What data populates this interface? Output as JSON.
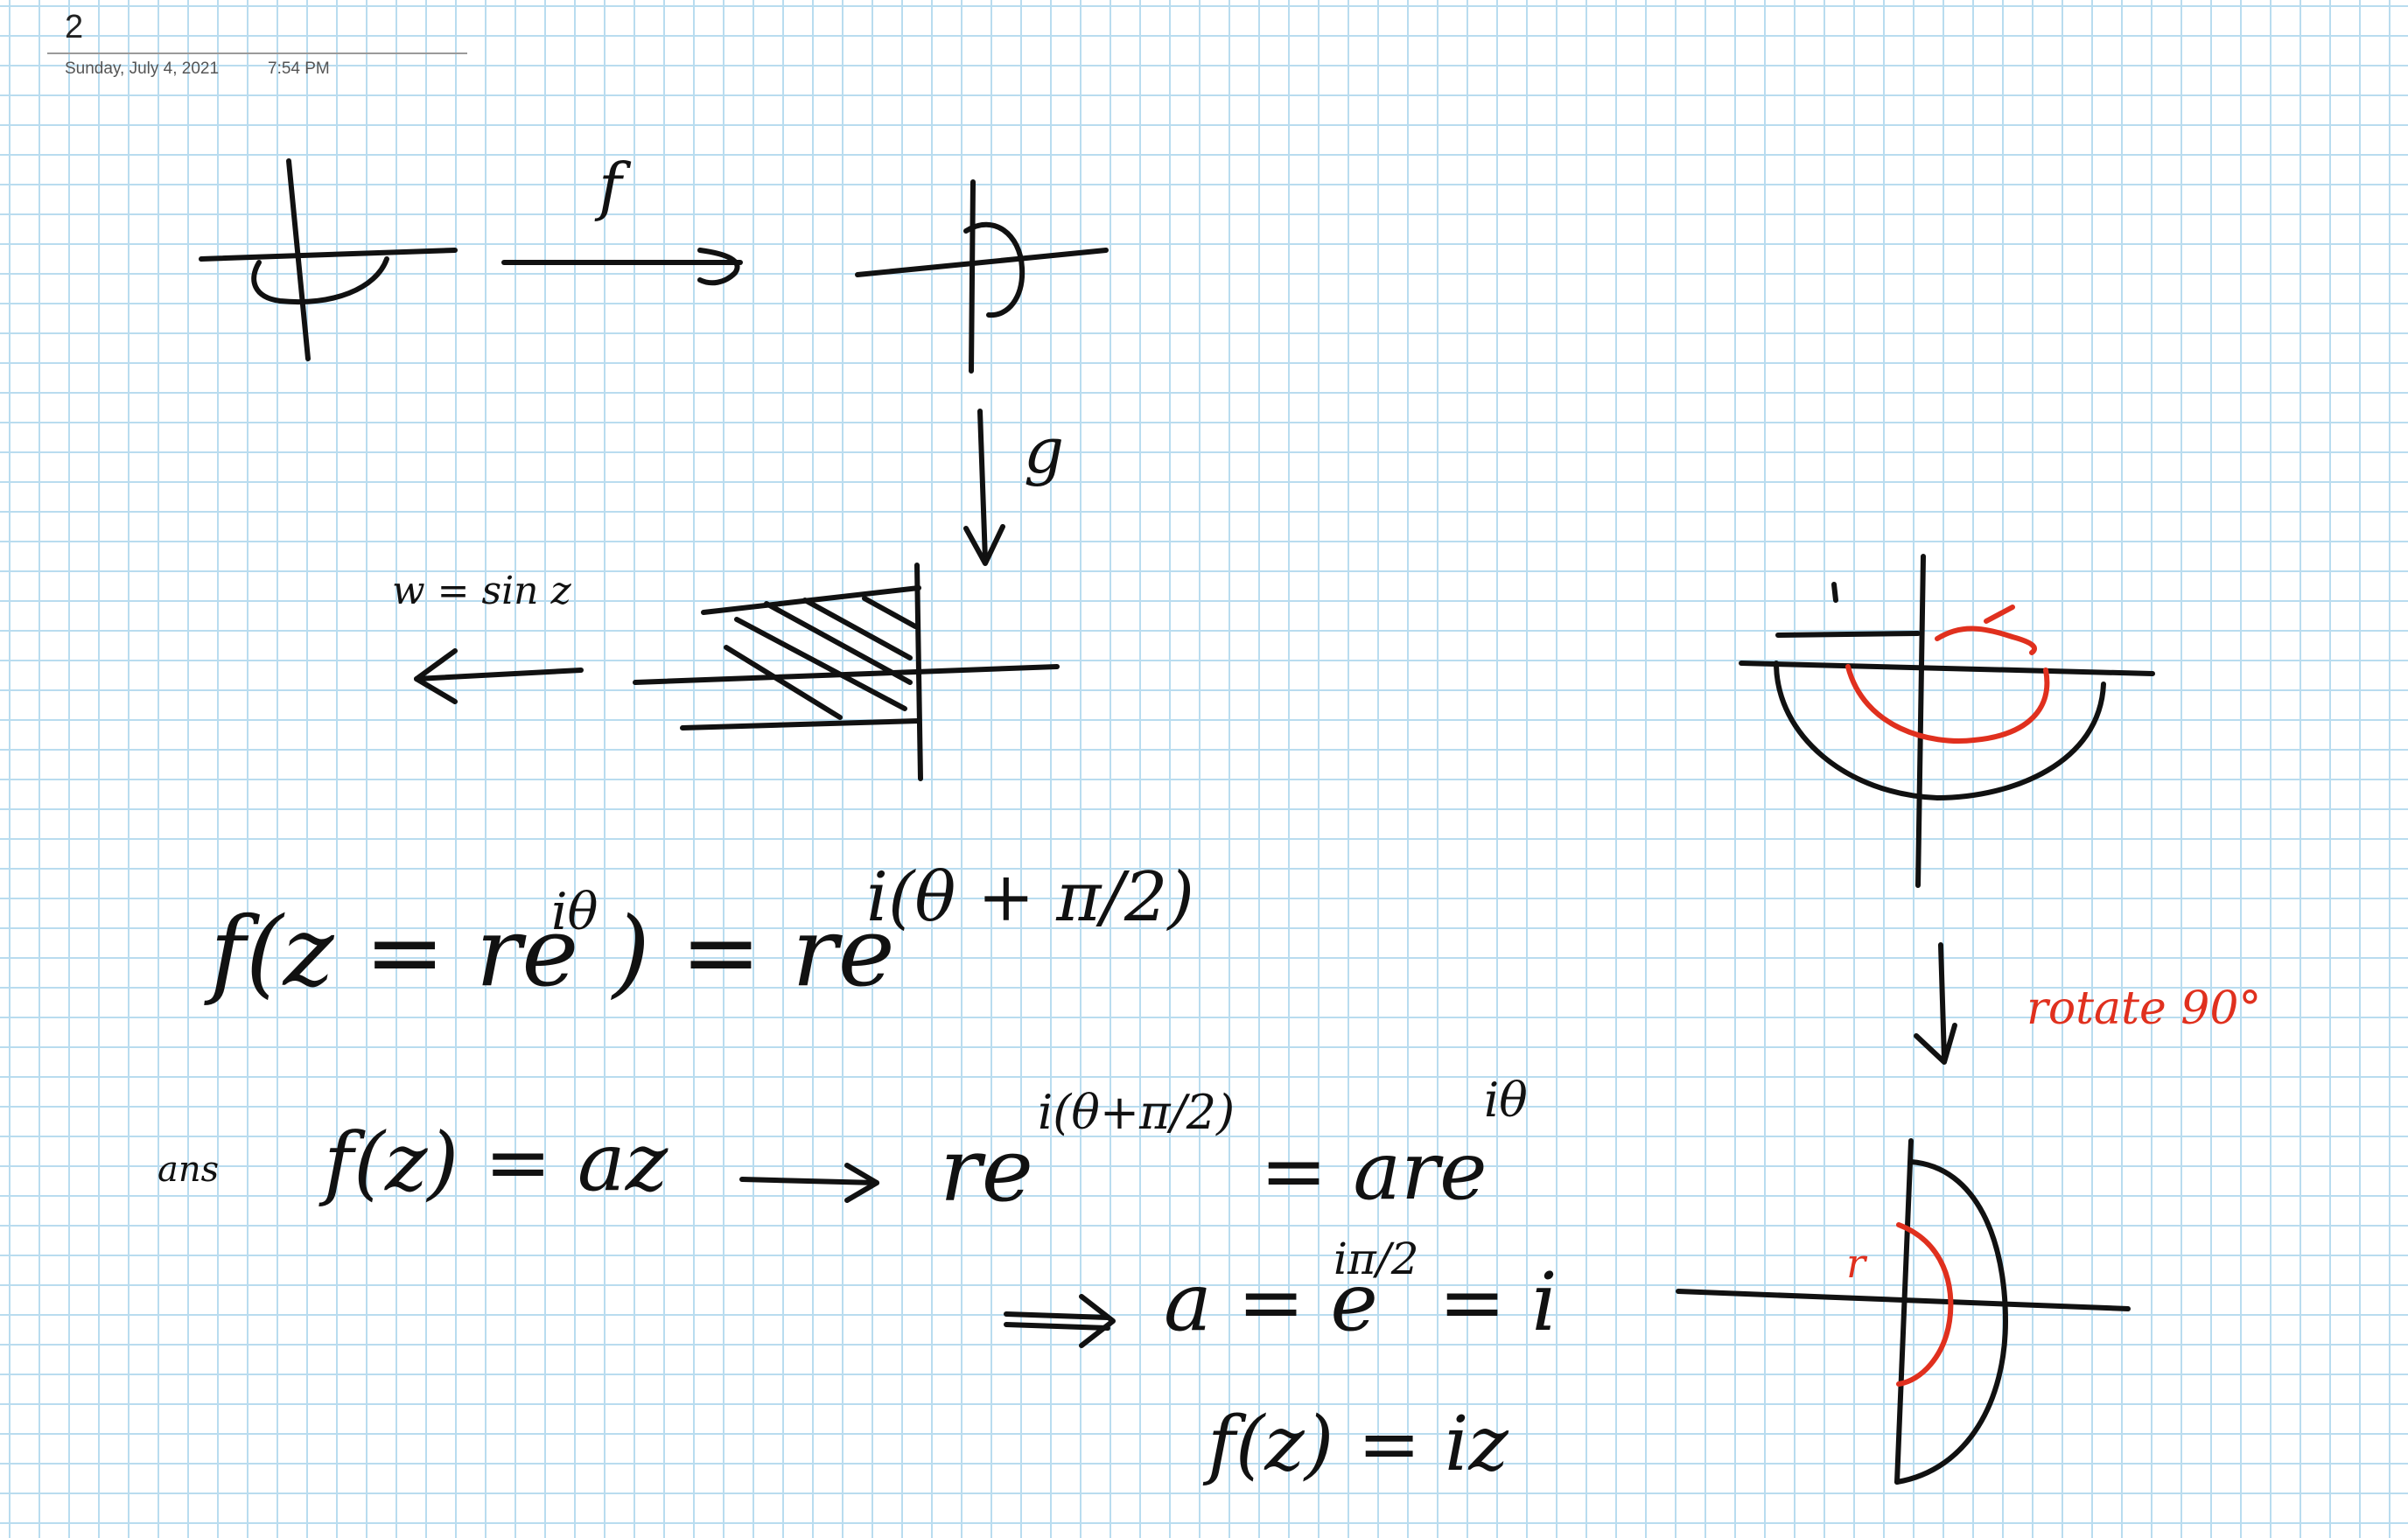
{
  "page": {
    "title": "2",
    "date": "Sunday, July 4, 2021",
    "time": "7:54 PM"
  },
  "ink": {
    "label_f": "f",
    "label_g": "g",
    "label_sin": "w = sin z",
    "eq1_lhs": "f(z = re",
    "eq1_lhs_exp": "iθ",
    "eq1_mid": ") = re",
    "eq1_rhs_exp": "i(θ + π/2)",
    "eq2_prefix": "ans",
    "eq2_lhs": "f(z) = az",
    "eq2_re": "re",
    "eq2_re_exp": "i(θ+π/2)",
    "eq2_rhs": "= are",
    "eq2_rhs_exp": "iθ",
    "eq3_lhs": "a = e",
    "eq3_exp": "iπ/2",
    "eq3_rhs": "= i",
    "eq4": "f(z) = iz",
    "rotate_label": "rotate 90°",
    "r_label": "r",
    "ink_color_black": "#111111",
    "ink_color_red": "#e0301e",
    "grid_color": "#b9dcef"
  }
}
